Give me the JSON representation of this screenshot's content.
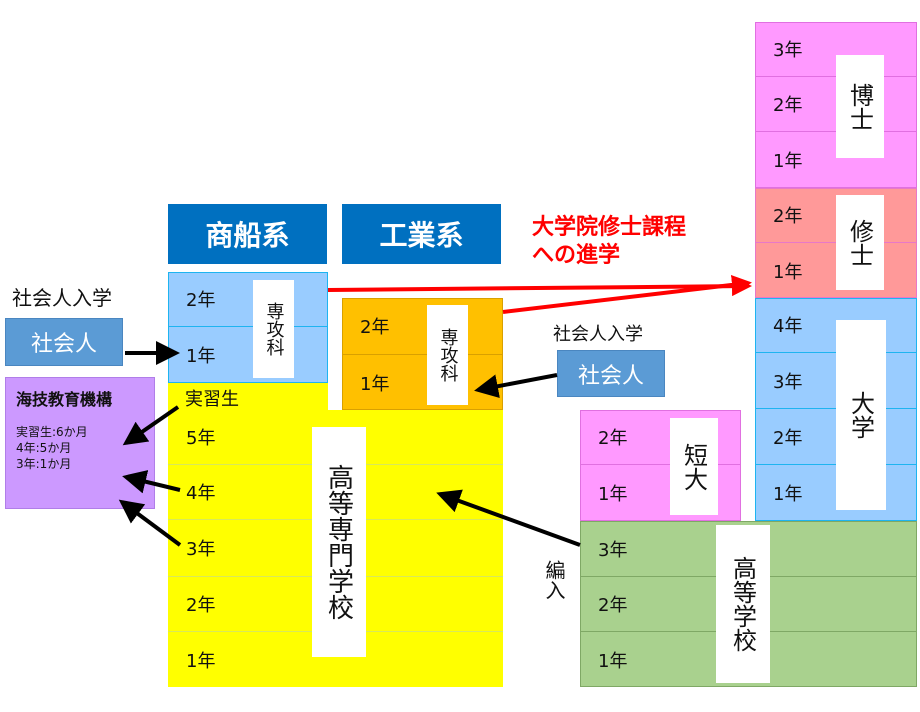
{
  "headers": {
    "shosen": "商船系",
    "kogyo": "工業系"
  },
  "left": {
    "entry_label": "社会人入学",
    "adult": "社会人",
    "institute": {
      "title": "海技教育機構",
      "lines": [
        "実習生:6か月",
        "4年:5か月",
        "3年:1か月"
      ]
    }
  },
  "senkoka_shosen": {
    "label": "専攻科",
    "rows": [
      "2年",
      "1年"
    ]
  },
  "senkoka_kogyo": {
    "label": "専攻科",
    "rows": [
      "2年",
      "1年"
    ]
  },
  "kosen": {
    "label": "高等専門学校",
    "trainee": "実習生",
    "rows": [
      "5年",
      "4年",
      "3年",
      "2年",
      "1年"
    ]
  },
  "graduate_note": {
    "line1": "大学院修士課程",
    "line2": "への進学"
  },
  "right_entry": {
    "entry_label": "社会人入学",
    "adult": "社会人"
  },
  "transfer": "編入",
  "doctor": {
    "label": "博士",
    "rows": [
      "3年",
      "2年",
      "1年"
    ]
  },
  "master": {
    "label": "修士",
    "rows": [
      "2年",
      "1年"
    ]
  },
  "university": {
    "label": "大学",
    "rows": [
      "4年",
      "3年",
      "2年",
      "1年"
    ]
  },
  "junior_college": {
    "label": "短大",
    "rows": [
      "2年",
      "1年"
    ]
  },
  "high_school": {
    "label": "高等学校",
    "rows": [
      "3年",
      "2年",
      "1年"
    ]
  },
  "colors": {
    "blue_header": "#0070c0",
    "light_blue": "#99ccff",
    "yellow": "#ffff00",
    "orange": "#ffc000",
    "pink": "#ff99ff",
    "salmon": "#ff9999",
    "green": "#a9d18e",
    "purple": "#cc99ff",
    "red": "#ff0000"
  }
}
